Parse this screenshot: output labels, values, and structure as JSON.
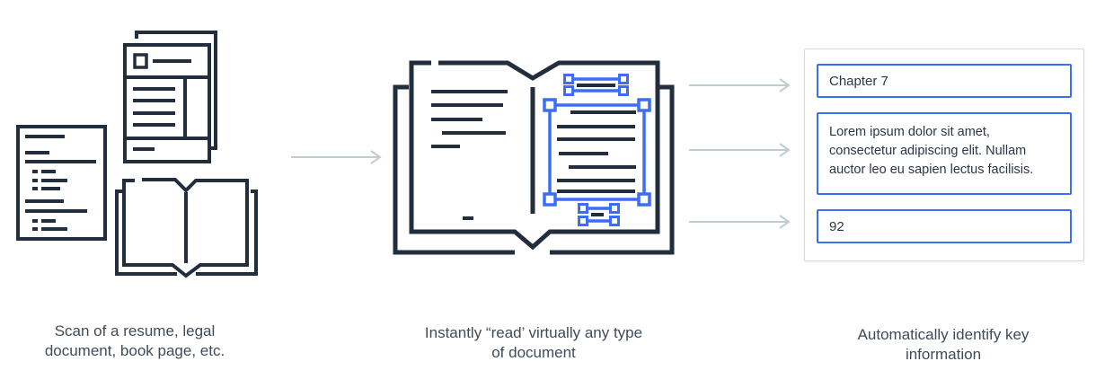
{
  "figure": {
    "stage1": {
      "caption": "Scan of a resume, legal document, book page, etc."
    },
    "stage2": {
      "caption": "Instantly “read’ virtually any type of document"
    },
    "stage3": {
      "caption": "Automatically identify key information",
      "results": [
        {
          "value": "Chapter 7"
        },
        {
          "value": "Lorem ipsum dolor sit amet, consectetur adipiscing elit. Nullam auctor leo eu sapien lectus facilisis."
        },
        {
          "value": "92"
        }
      ]
    }
  },
  "icons": {
    "legal_document": "legal-document-icon",
    "resume_document": "resume-document-icon",
    "open_book": "open-book-icon",
    "scanned_book": "open-book-scan-icon",
    "flow_arrow": "arrow-right-icon"
  },
  "colors": {
    "ink": "#222e3d",
    "detect_blue": "#3c6ef5",
    "arrow": "#c1cbd2",
    "panel_border": "#d7dadd",
    "caption_text": "#404b5a",
    "result_text": "#2b3647"
  }
}
